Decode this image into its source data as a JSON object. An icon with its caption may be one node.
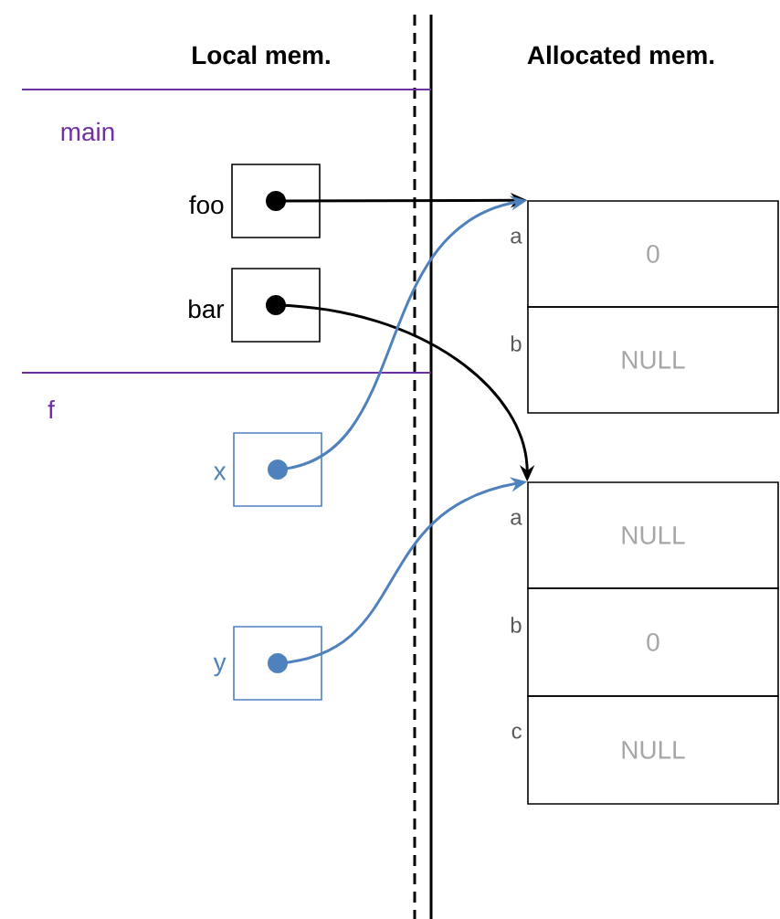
{
  "diagram": {
    "nodes": [
      {
        "text": [],
        "shape": "box",
        "beside": [
          "foo"
        ]
      },
      {
        "text": [],
        "shape": "box",
        "beside": [
          "bar"
        ]
      },
      {
        "text": [],
        "shape": "box",
        "beside": [
          "x"
        ]
      },
      {
        "text": [],
        "shape": "box",
        "beside": [
          "y"
        ]
      },
      {
        "text": [
          "0"
        ],
        "beside": [
          "a"
        ]
      },
      {
        "text": [
          "NULL"
        ],
        "beside": [
          "b"
        ]
      },
      {
        "text": [
          "NULL"
        ],
        "beside": [
          "a"
        ]
      },
      {
        "text": [
          "0"
        ],
        "beside": [
          "b"
        ]
      },
      {
        "text": [
          "NULL"
        ],
        "beside": [
          "c"
        ]
      }
    ],
    "edges": [
      {
        "from": 0,
        "to": 4,
        "arrow": "to"
      },
      {
        "from": 1,
        "to": 6,
        "arrow": "to"
      },
      {
        "from": 2,
        "to": 4,
        "arrow": "to",
        "color": "#4f81bd"
      },
      {
        "from": 3,
        "to": 6,
        "arrow": "to",
        "color": "#4f81bd"
      }
    ],
    "labels": [
      "Local mem.",
      "Allocated mem.",
      "main",
      "f"
    ]
  }
}
